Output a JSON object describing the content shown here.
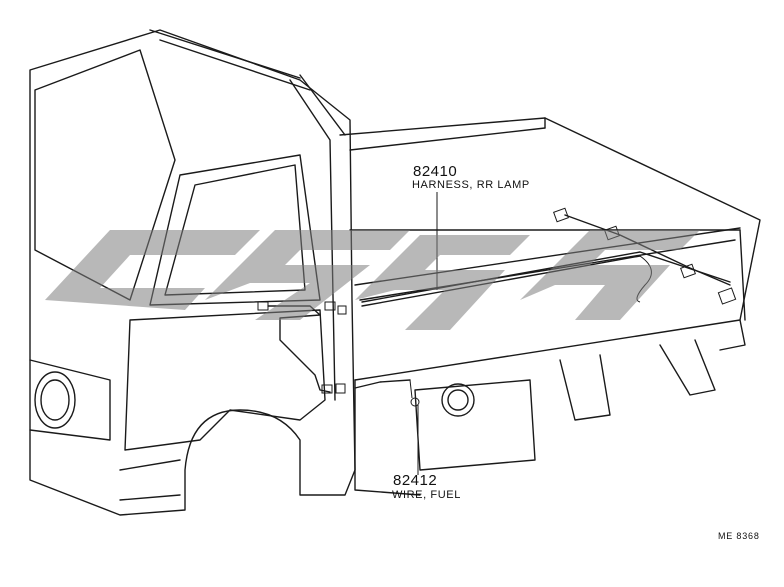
{
  "callouts": [
    {
      "part_number": "82410",
      "description": "HARNESS, RR LAMP"
    },
    {
      "part_number": "82412",
      "description": "WIRE, FUEL"
    }
  ],
  "reference_code": "ME 8368",
  "colors": {
    "line": "#1a1a1a",
    "watermark": "#7d7d7d",
    "background": "#ffffff"
  }
}
